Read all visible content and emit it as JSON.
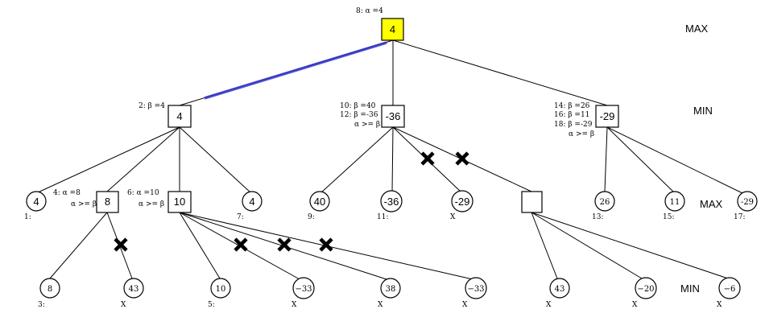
{
  "levels": {
    "max1": "MAX",
    "min1": "MIN",
    "max2": "MAX",
    "min2": "MIN"
  },
  "root": {
    "value": "4",
    "annotation": "8: α =4",
    "highlight_color": "#ffff00"
  },
  "min_nodes": [
    {
      "value": "-",
      "annotation": [
        "2: β =4"
      ]
    },
    {
      "value": "-36",
      "annotation": [
        "10: β =40",
        "12: β =-36",
        "α >= β"
      ]
    },
    {
      "value": "-29",
      "annotation": [
        "14: β =26",
        "16: β =11",
        "18: β =-29",
        "α >= β"
      ]
    }
  ],
  "level3": [
    {
      "value": "4",
      "label": "1:"
    },
    {
      "value": "8",
      "annotation": [
        "4: α =8",
        "α >= β"
      ]
    },
    {
      "value": "10",
      "annotation": [
        "6: α =10",
        "α >= β"
      ]
    },
    {
      "value": "4",
      "label": "7:"
    },
    {
      "value": "40",
      "label": "9:"
    },
    {
      "value": "-36",
      "label": "11:"
    },
    {
      "value": "-29",
      "label": "X"
    },
    {
      "value": ""
    },
    {
      "value": "26",
      "label": "13:"
    },
    {
      "value": "11",
      "label": "15:"
    },
    {
      "value": "-29",
      "label": "17:"
    }
  ],
  "leaves": [
    {
      "value": "8",
      "label": "3:"
    },
    {
      "value": "43",
      "label": "X"
    },
    {
      "value": "10",
      "label": "5:"
    },
    {
      "value": "−33",
      "label": "X"
    },
    {
      "value": "38",
      "label": "X"
    },
    {
      "value": "−33",
      "label": "X"
    },
    {
      "value": "43",
      "label": "X"
    },
    {
      "value": "−20",
      "label": "X"
    },
    {
      "value": "−6",
      "label": "X"
    }
  ],
  "pruned_marker": "X",
  "highlight_edge_color": "#3333cc"
}
